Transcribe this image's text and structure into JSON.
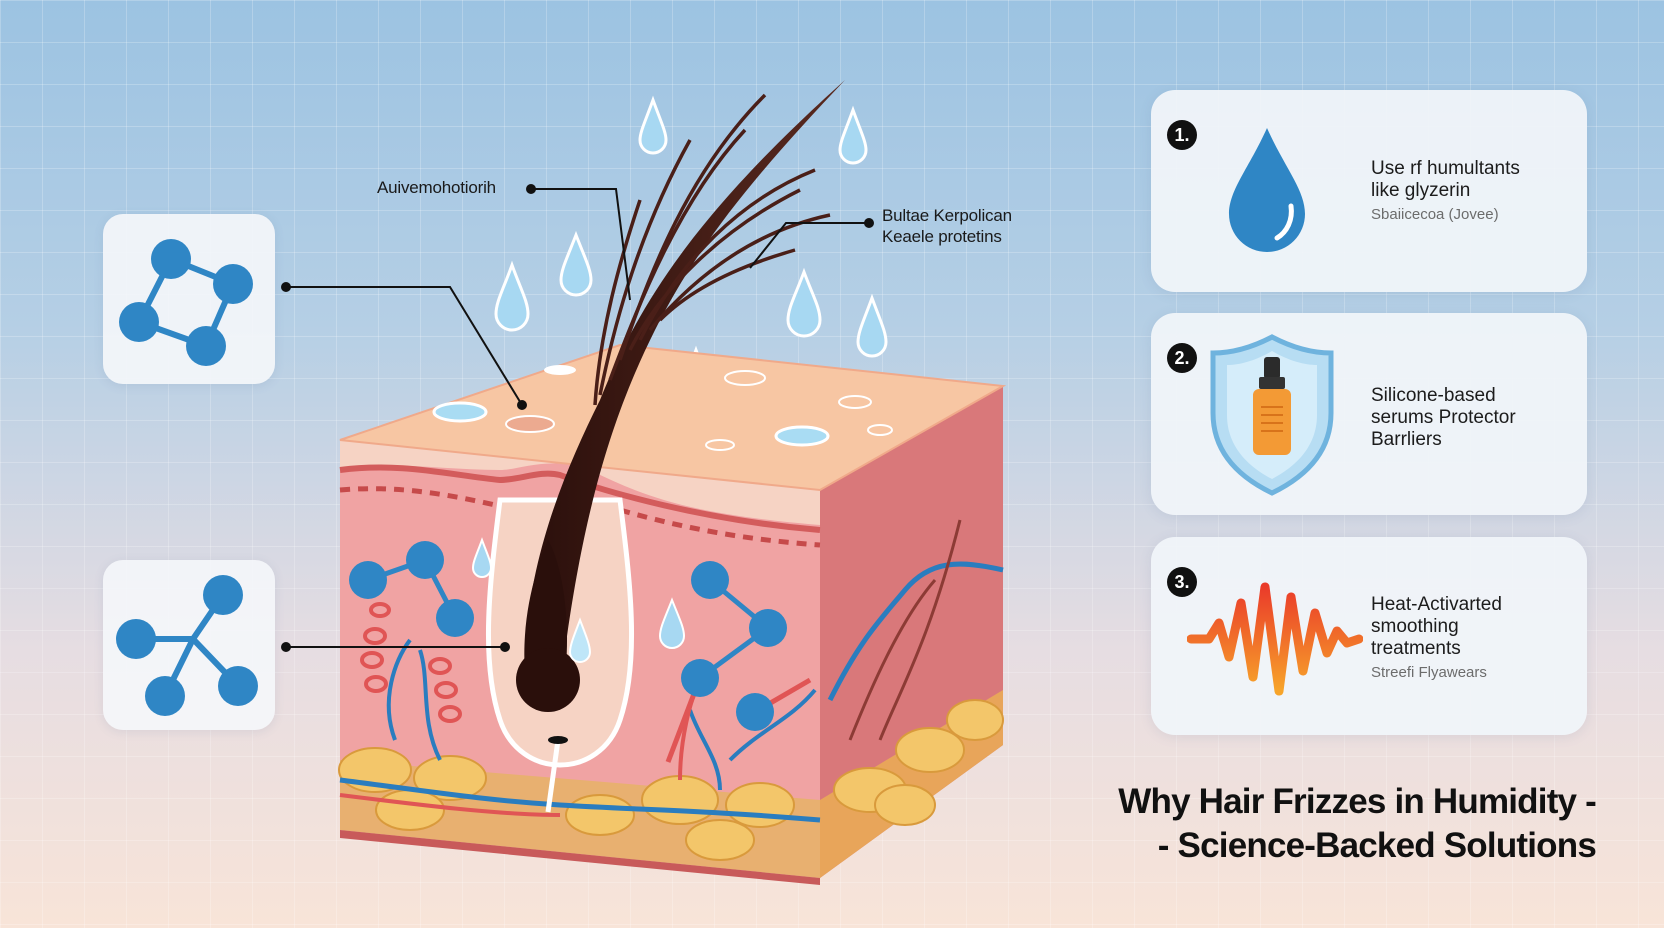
{
  "callouts": {
    "left": "Auivemohotiorih",
    "right_line1": "Bultae Kerpolican",
    "right_line2": "Keaele protetins"
  },
  "solutions": [
    {
      "number": "1.",
      "line1": "Use rf humultants",
      "line2": "like glyzerin",
      "sub": "Sbaiicecoa (Jovee)",
      "icon": "water-drop-icon"
    },
    {
      "number": "2.",
      "line1": "Silicone-based",
      "line2": "serums Protector",
      "line3": "Barrliers",
      "icon": "shield-serum-icon"
    },
    {
      "number": "3.",
      "line1": "Heat-Activarted",
      "line2": "smoothing",
      "line3": "treatments",
      "sub": "Streefi Flyawears",
      "icon": "heat-wave-icon"
    }
  ],
  "title": {
    "line1": "Why Hair Frizzes in Humidity -",
    "line2": "- Science-Backed Solutions"
  },
  "colors": {
    "molecule_blue": "#2f86c5",
    "hair_brown": "#3d1a14",
    "skin_top": "#f5c9a8",
    "dermis_pink": "#eea0a0",
    "fat_yellow": "#f3c66a",
    "water_drop": "#9fd3ef",
    "heat_orange": "#f07a2a"
  }
}
